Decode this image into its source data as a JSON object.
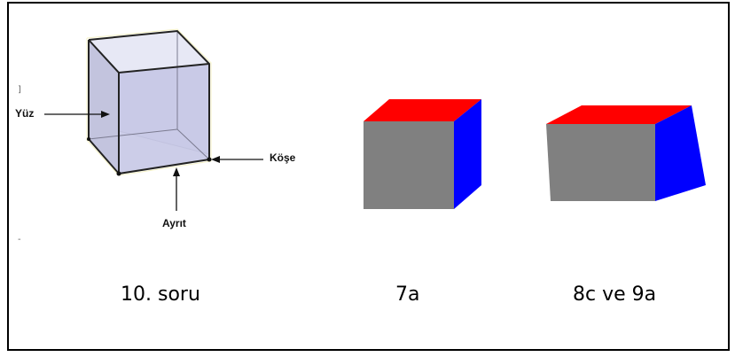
{
  "labels": {
    "face": "Yüz",
    "vertex": "Köşe",
    "edge": "Ayrıt"
  },
  "captions": {
    "q10": "10. soru",
    "q7a": "7a",
    "q8c9a": "8c ve 9a"
  },
  "colors": {
    "top_face": "#ff0000",
    "side_face": "#0000ff",
    "front_face": "#808080",
    "prism_fill": "#c9cae6",
    "border": "#000000"
  }
}
